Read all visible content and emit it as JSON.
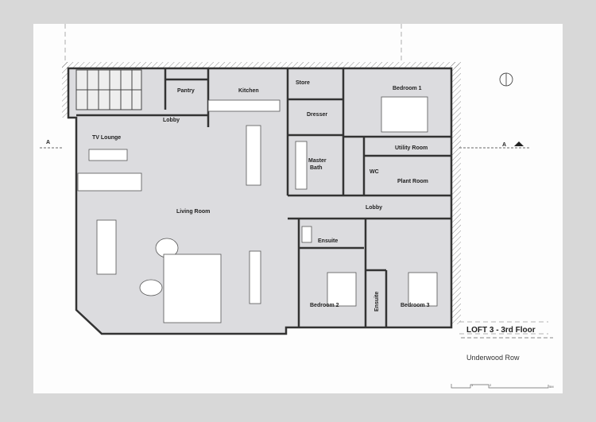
{
  "title": "LOFT 3 - 3rd Floor",
  "street": "Underwood Row",
  "section_marker": "A",
  "scale_bar": {
    "labels": [
      "1",
      "2",
      "5M"
    ]
  },
  "rooms": {
    "pantry": "Pantry",
    "kitchen": "Kitchen",
    "store": "Store",
    "bedroom1": "Bedroom 1",
    "lobby_entry": "Lobby",
    "dresser": "Dresser",
    "tv_lounge": "TV Lounge",
    "utility_room": "Utility Room",
    "master_bath_1": "Master",
    "master_bath_2": "Bath",
    "wc": "WC",
    "plant_room": "Plant Room",
    "living_room": "Living Room",
    "lobby_bedrooms": "Lobby",
    "ensuite_bed2": "Ensuite",
    "ensuite_bed3": "Ensuite",
    "bedroom2": "Bedroom 2",
    "bedroom3": "Bedroom 3"
  },
  "colors": {
    "floor": "#dcdcdf",
    "wall": "#333333",
    "paper": "#fdfdfd",
    "background": "#d8d8d8"
  }
}
